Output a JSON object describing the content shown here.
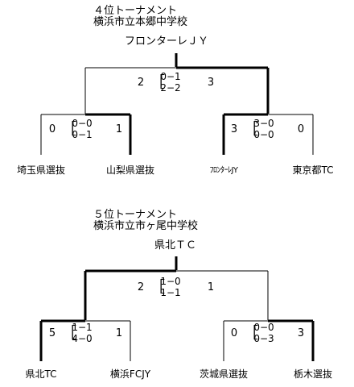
{
  "tournaments": [
    {
      "title": "４位トーナメント",
      "venue": "横浜市立本郷中学校",
      "winner": "フロンターレＪＹ",
      "final": {
        "left_goals": "2",
        "right_goals": "3",
        "half1": "0−1",
        "half2": "2−2"
      },
      "semis": [
        {
          "left_goals": "0",
          "right_goals": "1",
          "half1": "0−0",
          "half2": "0−1"
        },
        {
          "left_goals": "3",
          "right_goals": "0",
          "half1": "3−0",
          "half2": "0−0"
        }
      ],
      "teams": [
        "埼玉県選抜",
        "山梨県選抜",
        "ﾌﾛﾝﾀｰﾚJY",
        "東京都TC"
      ]
    },
    {
      "title": "５位トーナメント",
      "venue": "横浜市立市ヶ尾中学校",
      "winner": "県北ＴＣ",
      "final": {
        "left_goals": "2",
        "right_goals": "1",
        "half1": "1−0",
        "half2": "1−1"
      },
      "semis": [
        {
          "left_goals": "5",
          "right_goals": "1",
          "half1": "1−1",
          "half2": "4−0"
        },
        {
          "left_goals": "0",
          "right_goals": "3",
          "half1": "0−0",
          "half2": "0−3"
        }
      ],
      "teams": [
        "県北TC",
        "横浜FCJY",
        "茨城県選抜",
        "栃木選抜"
      ]
    }
  ]
}
